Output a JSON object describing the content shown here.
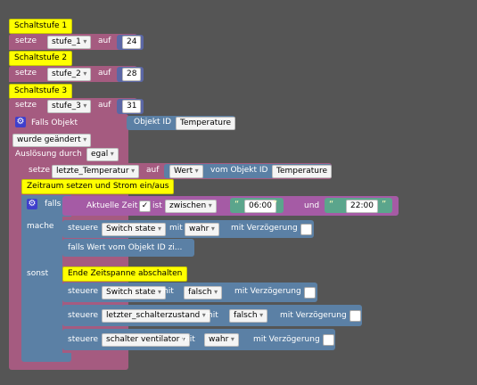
{
  "comments": {
    "c1": "Schaltstufe 1",
    "c2": "Schaltstufe 2",
    "c3": "Schaltstufe 3",
    "c4": "Zeitraum setzen und Strom ein/aus",
    "c5": "Ende Zeitspanne abschalten"
  },
  "setvars": [
    {
      "set": "setze",
      "var": "stufe_1",
      "to": "auf",
      "value": "24"
    },
    {
      "set": "setze",
      "var": "stufe_2",
      "to": "auf",
      "value": "28"
    },
    {
      "set": "setze",
      "var": "stufe_3",
      "to": "auf",
      "value": "31"
    }
  ],
  "trigger": {
    "title": "Falls Objekt",
    "objid_label": "Objekt ID",
    "objid_value": "Temperature",
    "condition": "wurde geändert",
    "ausloesung_label": "Auslösung durch",
    "ausloesung_value": "egal"
  },
  "setTemp": {
    "set": "setze",
    "var": "letzte_Temperatur",
    "to": "auf",
    "field1": "Wert",
    "of_label": "vom Objekt ID",
    "object": "Temperature"
  },
  "ifblock": {
    "falls": "falls",
    "mache": "mache",
    "sonst": "sonst",
    "time_label": "Aktuelle Zeit",
    "ist": "ist",
    "op": "zwischen",
    "from": "06:00",
    "und": "und",
    "to": "22:00"
  },
  "actions_then": [
    {
      "cmd": "steuere",
      "target": "Switch state",
      "mit": "mit",
      "value": "wahr",
      "delay": "mit Verzögerung"
    }
  ],
  "then_extra": "falls Wert vom Objekt ID zi...",
  "actions_else": [
    {
      "cmd": "steuere",
      "target": "Switch state",
      "mit": "mit",
      "value": "falsch",
      "delay": "mit Verzögerung"
    },
    {
      "cmd": "steuere",
      "target": "letzter_schalterzustand",
      "mit": "mit",
      "value": "falsch",
      "delay": "mit Verzögerung"
    },
    {
      "cmd": "steuere",
      "target": "schalter ventilator",
      "mit": "mit",
      "value": "wahr",
      "delay": "mit Verzögerung"
    }
  ],
  "icons": {
    "gear": "gear-icon",
    "checkbox": "checkbox-icon"
  },
  "colors": {
    "background": "#555555",
    "comment": "#ffff00",
    "variables": "#a55b80",
    "logic": "#5b80a5",
    "numbers": "#5b67a5",
    "time": "#a55ba5",
    "text": "#5ba58c"
  }
}
